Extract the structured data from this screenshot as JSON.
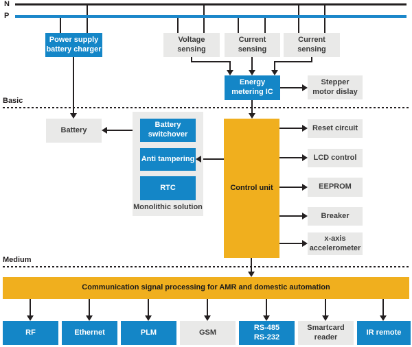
{
  "colors": {
    "blue": "#1486C7",
    "orange": "#F0AF1E",
    "gray": "#E9E9E8",
    "line": "#231F20",
    "p_rail_blue": "#1B87CA"
  },
  "mains": {
    "n": "N",
    "p": "P"
  },
  "sections": {
    "basic": "Basic",
    "medium": "Medium"
  },
  "top": {
    "power_supply": "Power supply\nbattery charger",
    "voltage_sensing": "Voltage\nsensing",
    "current_sensing_1": "Current\nsensing",
    "current_sensing_2": "Current\nsensing",
    "energy_metering": "Energy\nmetering IC",
    "stepper_display": "Stepper\nmotor dislay"
  },
  "middle": {
    "battery": "Battery",
    "monolithic": {
      "battery_switchover": "Battery\nswitchover",
      "anti_tampering": "Anti tampering",
      "rtc": "RTC",
      "caption": "Monolithic solution"
    },
    "control_unit": "Control unit",
    "peripherals": [
      "Reset circuit",
      "LCD control",
      "EEPROM",
      "Breaker",
      "x-axis\naccelerometer"
    ]
  },
  "bottom": {
    "comm_bar": "Communication signal processing for AMR and domestic automation",
    "interfaces": [
      {
        "label": "RF",
        "type": "blue"
      },
      {
        "label": "Ethernet",
        "type": "blue"
      },
      {
        "label": "PLM",
        "type": "blue"
      },
      {
        "label": "GSM",
        "type": "gray"
      },
      {
        "label": "RS-485\nRS-232",
        "type": "blue"
      },
      {
        "label": "Smartcard\nreader",
        "type": "gray"
      },
      {
        "label": "IR remote",
        "type": "blue"
      }
    ]
  }
}
